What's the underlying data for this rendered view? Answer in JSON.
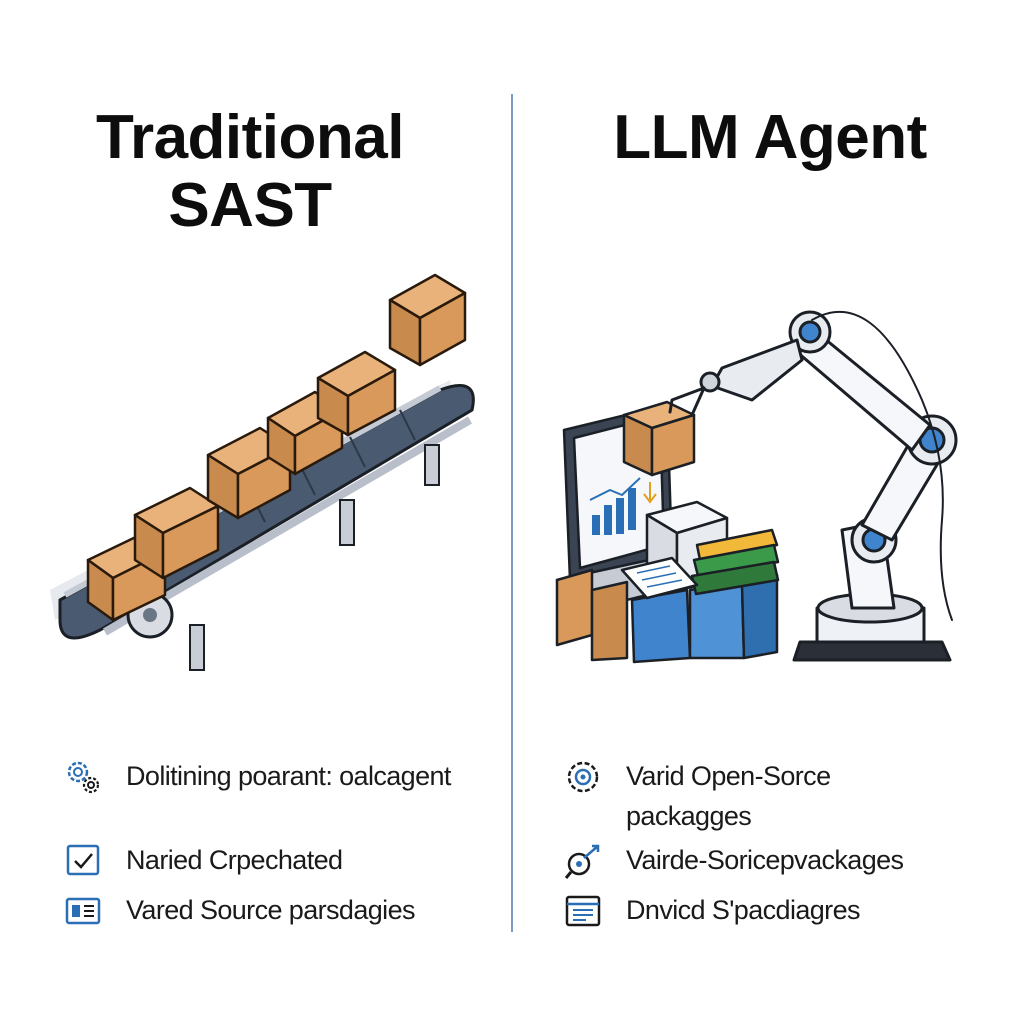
{
  "left": {
    "title_line1": "Traditional",
    "title_line2": "SAST",
    "features": [
      {
        "icon": "gears-icon",
        "label": "Dolitining poarant: oalcagent"
      },
      {
        "icon": "check-document-icon",
        "label": "Naried Crpechated"
      },
      {
        "icon": "list-card-icon",
        "label": "Vared Source parsdagies"
      }
    ]
  },
  "right": {
    "title": "LLM Agent",
    "features": [
      {
        "icon": "gear-circle-icon",
        "label": "Varid Open-Sorce packagges"
      },
      {
        "icon": "magnifier-arrow-icon",
        "label": "Vairde-Soricepvackages"
      },
      {
        "icon": "document-lines-icon",
        "label": "Dnvicd S'pacdiagres"
      }
    ]
  },
  "colors": {
    "accent": "#2a6fb5",
    "divider": "#7a9cc4",
    "box": "#d9995a",
    "belt": "#4a5a70"
  }
}
